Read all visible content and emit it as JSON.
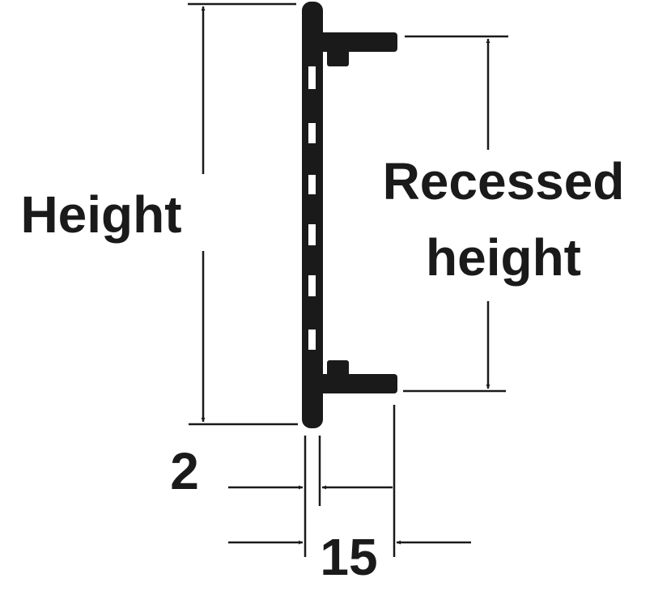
{
  "labels": {
    "height": "Height",
    "recessed_line1": "Recessed",
    "recessed_line2": "height",
    "thickness": "2",
    "depth": "15"
  },
  "colors": {
    "ink": "#1a1a1a",
    "background": "#ffffff"
  }
}
